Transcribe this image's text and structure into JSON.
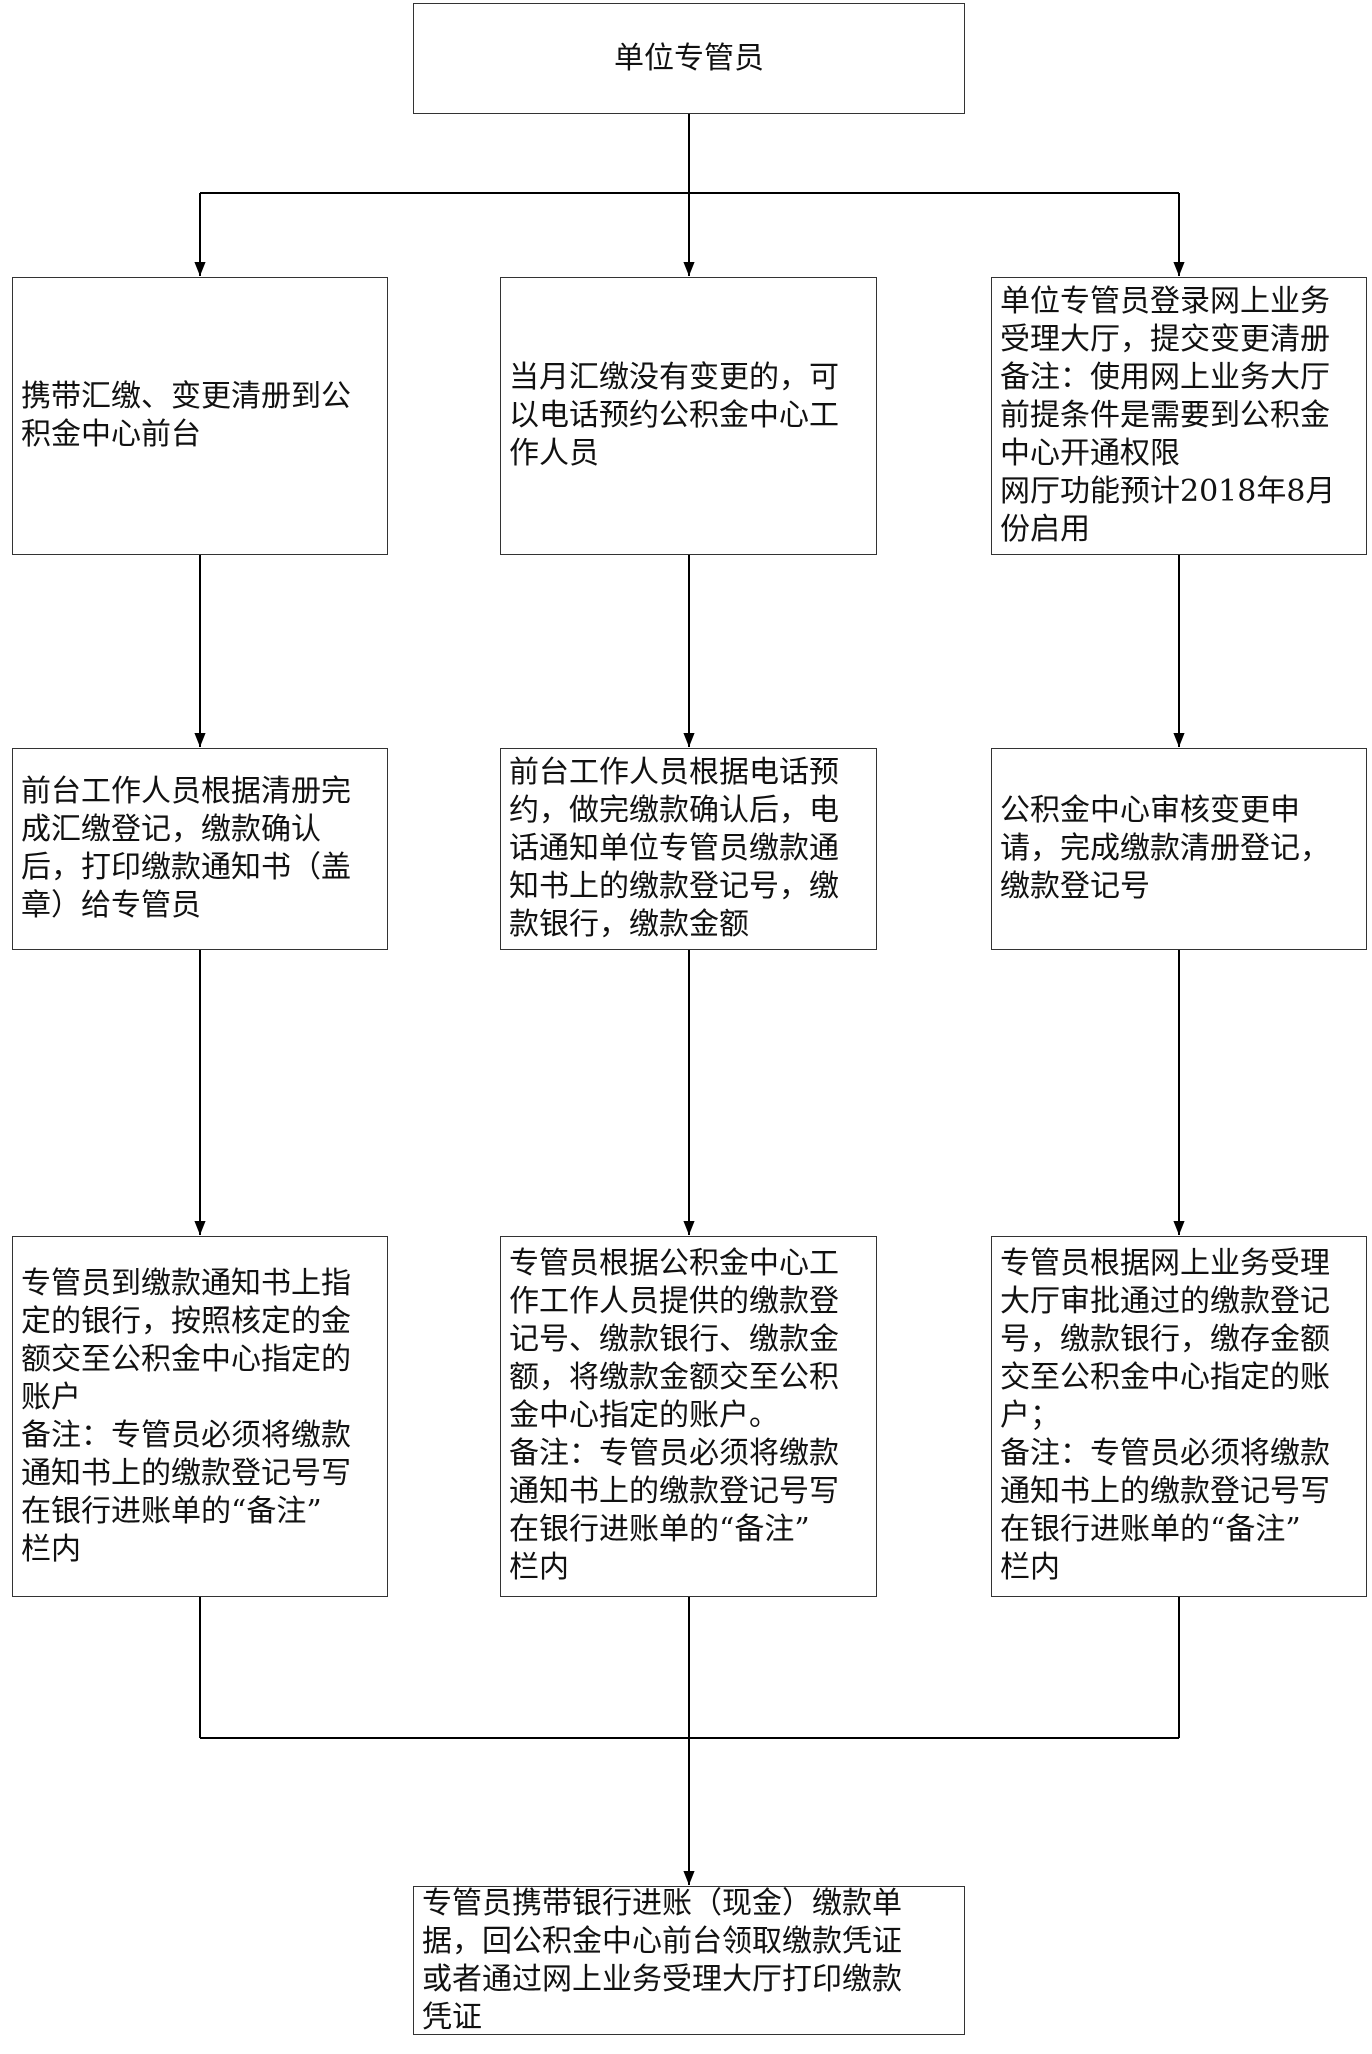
{
  "start": {
    "lines": [
      "单位专管员"
    ]
  },
  "columns": [
    {
      "step1": {
        "lines": [
          "携带汇缴、变更清册到公",
          "积金中心前台"
        ]
      },
      "step2": {
        "lines": [
          "前台工作人员根据清册完",
          "成汇缴登记，缴款确认",
          "后，打印缴款通知书（盖",
          "章）给专管员"
        ]
      },
      "step3": {
        "lines": [
          "专管员到缴款通知书上指",
          "定的银行，按照核定的金",
          "额交至公积金中心指定的",
          "账户",
          "备注：专管员必须将缴款",
          "通知书上的缴款登记号写",
          "在银行进账单的“备注”",
          "栏内"
        ]
      }
    },
    {
      "step1": {
        "lines": [
          "当月汇缴没有变更的，可",
          "以电话预约公积金中心工",
          "作人员"
        ]
      },
      "step2": {
        "lines": [
          "前台工作人员根据电话预",
          "约，做完缴款确认后，电",
          "话通知单位专管员缴款通",
          "知书上的缴款登记号，缴",
          "款银行，缴款金额"
        ]
      },
      "step3": {
        "lines": [
          "专管员根据公积金中心工",
          "作工作人员提供的缴款登",
          "记号、缴款银行、缴款金",
          "额，将缴款金额交至公积",
          "金中心指定的账户。",
          "备注：专管员必须将缴款",
          "通知书上的缴款登记号写",
          "在银行进账单的“备注”",
          "栏内"
        ]
      }
    },
    {
      "step1": {
        "lines": [
          "单位专管员登录网上业务",
          "受理大厅，提交变更清册",
          "备注：使用网上业务大厅",
          "前提条件是需要到公积金",
          "中心开通权限",
          "网厅功能预计2018年8月",
          "份启用"
        ]
      },
      "step2": {
        "lines": [
          "公积金中心审核变更申",
          "请，完成缴款清册登记，",
          "缴款登记号"
        ]
      },
      "step3": {
        "lines": [
          "专管员根据网上业务受理",
          "大厅审批通过的缴款登记",
          "号，缴款银行，缴存金额",
          "交至公积金中心指定的账",
          "户；",
          "备注：专管员必须将缴款",
          "通知书上的缴款登记号写",
          "在银行进账单的“备注”",
          "栏内"
        ]
      }
    }
  ],
  "end": {
    "lines": [
      "专管员携带银行进账（现金）缴款单",
      "据，回公积金中心前台领取缴款凭证",
      "或者通过网上业务受理大厅打印缴款",
      "凭证"
    ]
  }
}
